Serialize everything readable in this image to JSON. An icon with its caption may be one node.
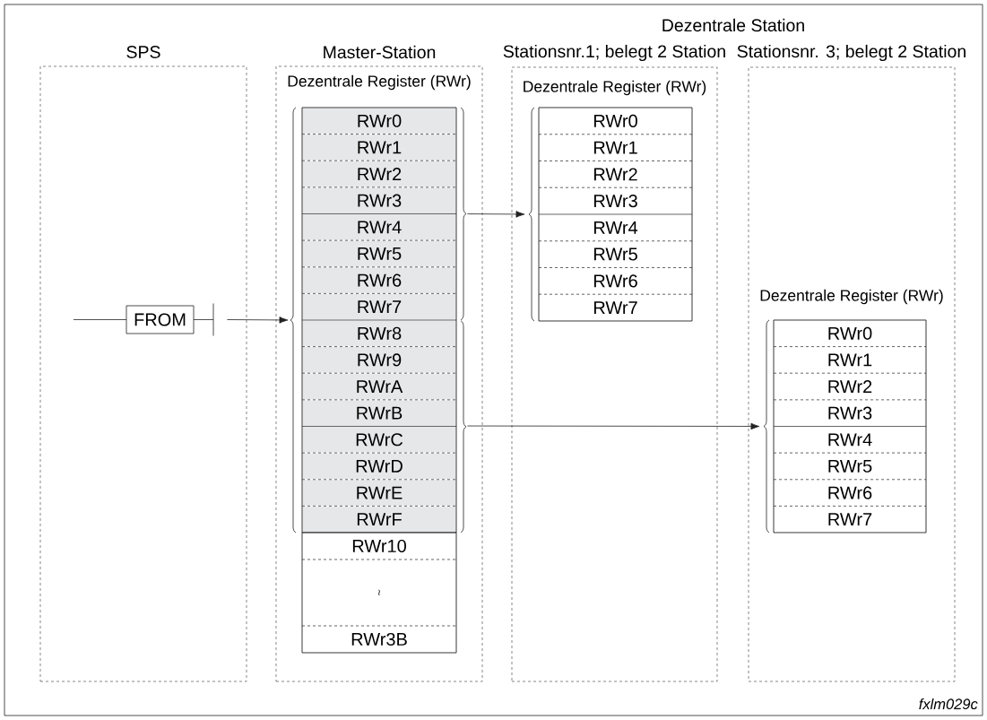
{
  "diagram": {
    "nodes": [
      {
        "text": [
          "SPS"
        ]
      },
      {
        "text": [
          "FROM"
        ],
        "in": 0
      },
      {
        "text": [
          "Master-Station",
          "Dezentrale Register (RWr)"
        ]
      },
      {
        "text": [],
        "shape": "box",
        "in": 2
      },
      {
        "text": [
          "RWr0"
        ],
        "in": 3
      },
      {
        "text": [
          "RWr1"
        ],
        "in": 3
      },
      {
        "text": [
          "RWr2"
        ],
        "in": 3
      },
      {
        "text": [
          "RWr3"
        ],
        "in": 3
      },
      {
        "text": [
          "RWr4"
        ],
        "in": 3
      },
      {
        "text": [
          "RWr5"
        ],
        "in": 3
      },
      {
        "text": [
          "RWr6"
        ],
        "in": 3
      },
      {
        "text": [
          "RWr7"
        ],
        "in": 3
      },
      {
        "text": [
          "RWr8"
        ],
        "in": 3
      },
      {
        "text": [
          "RWr9"
        ],
        "in": 3
      },
      {
        "text": [
          "RWrA"
        ],
        "in": 3
      },
      {
        "text": [
          "RWrB"
        ],
        "in": 3
      },
      {
        "text": [
          "RWrC"
        ],
        "in": 3
      },
      {
        "text": [
          "RWrD"
        ],
        "in": 3
      },
      {
        "text": [
          "RWrE"
        ],
        "in": 3
      },
      {
        "text": [
          "RWrF"
        ],
        "in": 3
      },
      {
        "text": [
          "RWr10"
        ],
        "in": 2
      },
      {
        "text": [
          "≀"
        ],
        "in": 2
      },
      {
        "text": [
          "RWr3B"
        ],
        "in": 2
      },
      {
        "text": [
          "Stationsnr.1; belegt 2 Station",
          "Dezentrale Register (RWr)"
        ]
      },
      {
        "text": [],
        "shape": "box",
        "in": 23
      },
      {
        "text": [
          "RWr0"
        ],
        "in": 24
      },
      {
        "text": [
          "RWr1"
        ],
        "in": 24
      },
      {
        "text": [
          "RWr2"
        ],
        "in": 24
      },
      {
        "text": [
          "RWr3"
        ],
        "in": 24
      },
      {
        "text": [
          "RWr4"
        ],
        "in": 24
      },
      {
        "text": [
          "RWr5"
        ],
        "in": 24
      },
      {
        "text": [
          "RWr6"
        ],
        "in": 24
      },
      {
        "text": [
          "RWr7"
        ],
        "in": 24
      },
      {
        "text": [
          "Stationsnr. 3; belegt 2 Station",
          "Dezentrale Register (RWr)"
        ]
      },
      {
        "text": [],
        "shape": "box",
        "in": 33
      },
      {
        "text": [
          "RWr0"
        ],
        "in": 34
      },
      {
        "text": [
          "RWr1"
        ],
        "in": 34
      },
      {
        "text": [
          "RWr2"
        ],
        "in": 34
      },
      {
        "text": [
          "RWr3"
        ],
        "in": 34
      },
      {
        "text": [
          "RWr4"
        ],
        "in": 34
      },
      {
        "text": [
          "RWr5"
        ],
        "in": 34
      },
      {
        "text": [
          "RWr6"
        ],
        "in": 34
      },
      {
        "text": [
          "RWr7"
        ],
        "in": 34
      }
    ],
    "edges": [
      {
        "from": 1,
        "to": 3,
        "arrow": "to"
      },
      {
        "from": 3,
        "to": 24,
        "arrow": "to"
      },
      {
        "from": 3,
        "to": 34,
        "arrow": "to"
      }
    ],
    "labels": [
      "Dezentrale Station",
      "fxlm029c"
    ]
  }
}
